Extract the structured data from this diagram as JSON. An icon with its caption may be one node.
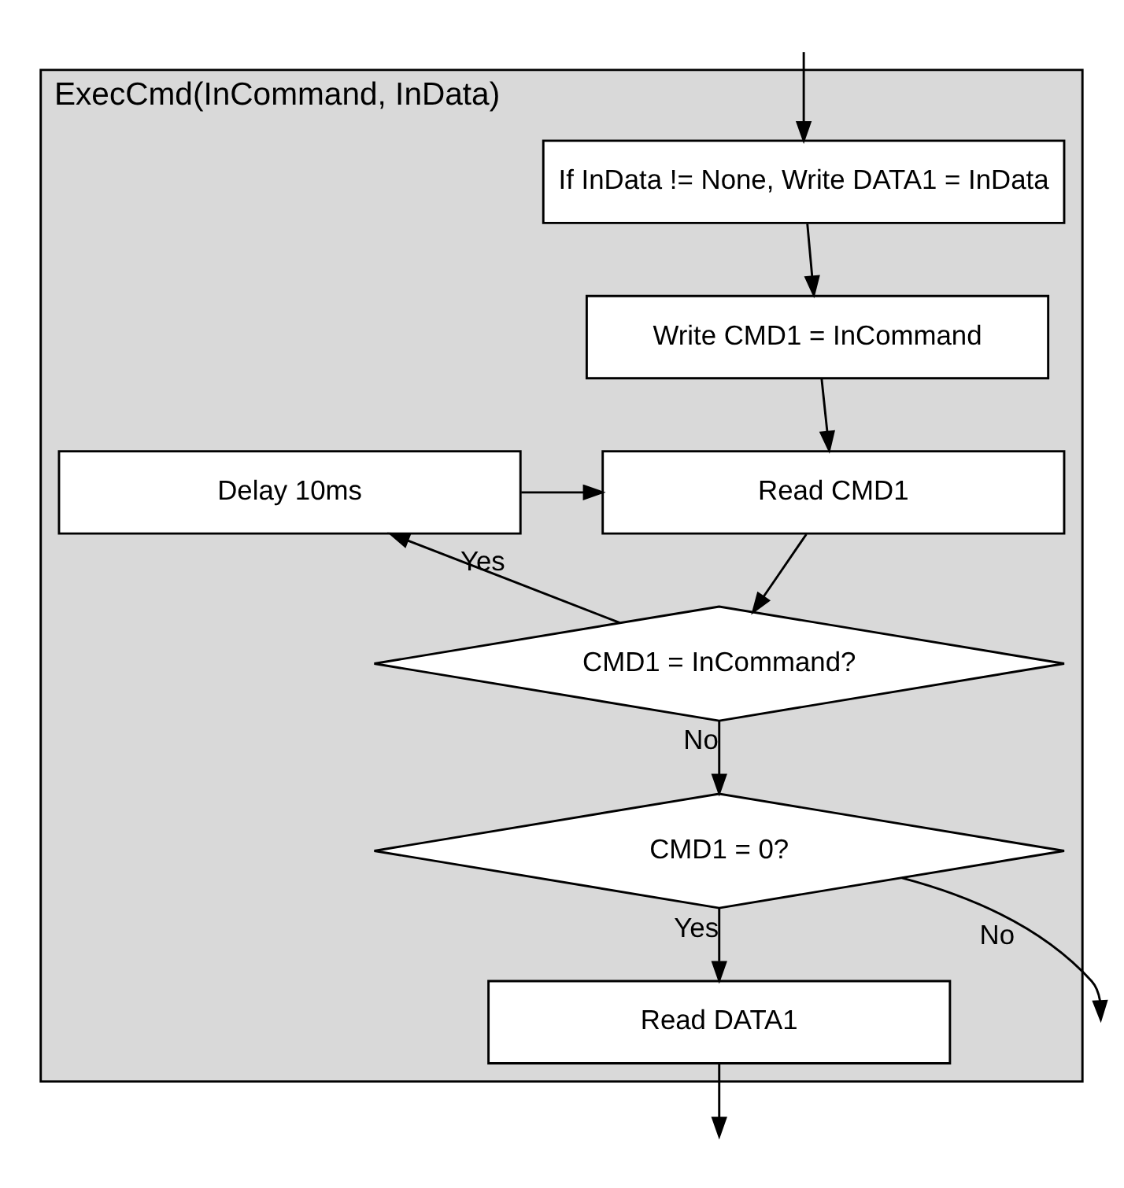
{
  "diagram": {
    "nodes": [
      {
        "text": [
          "ExecCmd(InCommand, InData)"
        ]
      },
      {
        "text": [
          "If InData != None, Write DATA1 = InData"
        ],
        "in": 0
      },
      {
        "text": [
          "Write CMD1 = InCommand"
        ],
        "in": 0
      },
      {
        "text": [
          "Delay 10ms"
        ],
        "in": 0
      },
      {
        "text": [
          "Read CMD1"
        ],
        "in": 0
      },
      {
        "text": [
          "CMD1 = InCommand?"
        ],
        "in": 0
      },
      {
        "text": [
          "CMD1 = 0?"
        ],
        "in": 0
      },
      {
        "text": [
          "Read DATA1"
        ],
        "in": 0
      }
    ],
    "edges": [
      {
        "from": null,
        "to": 1,
        "arrow": "to"
      },
      {
        "from": 1,
        "to": 2,
        "arrow": "to"
      },
      {
        "from": 2,
        "to": 4,
        "arrow": "to"
      },
      {
        "from": 3,
        "to": 4,
        "arrow": "to"
      },
      {
        "from": 4,
        "to": 5,
        "arrow": "to"
      },
      {
        "from": 5,
        "to": 3,
        "arrow": "to",
        "label": "Yes"
      },
      {
        "from": 5,
        "to": 6,
        "arrow": "to",
        "label": "No"
      },
      {
        "from": 6,
        "to": null,
        "arrow": "to",
        "label": "No"
      },
      {
        "from": 6,
        "to": 7,
        "arrow": "to",
        "label": "Yes"
      },
      {
        "from": 7,
        "to": null,
        "arrow": "to"
      }
    ]
  }
}
